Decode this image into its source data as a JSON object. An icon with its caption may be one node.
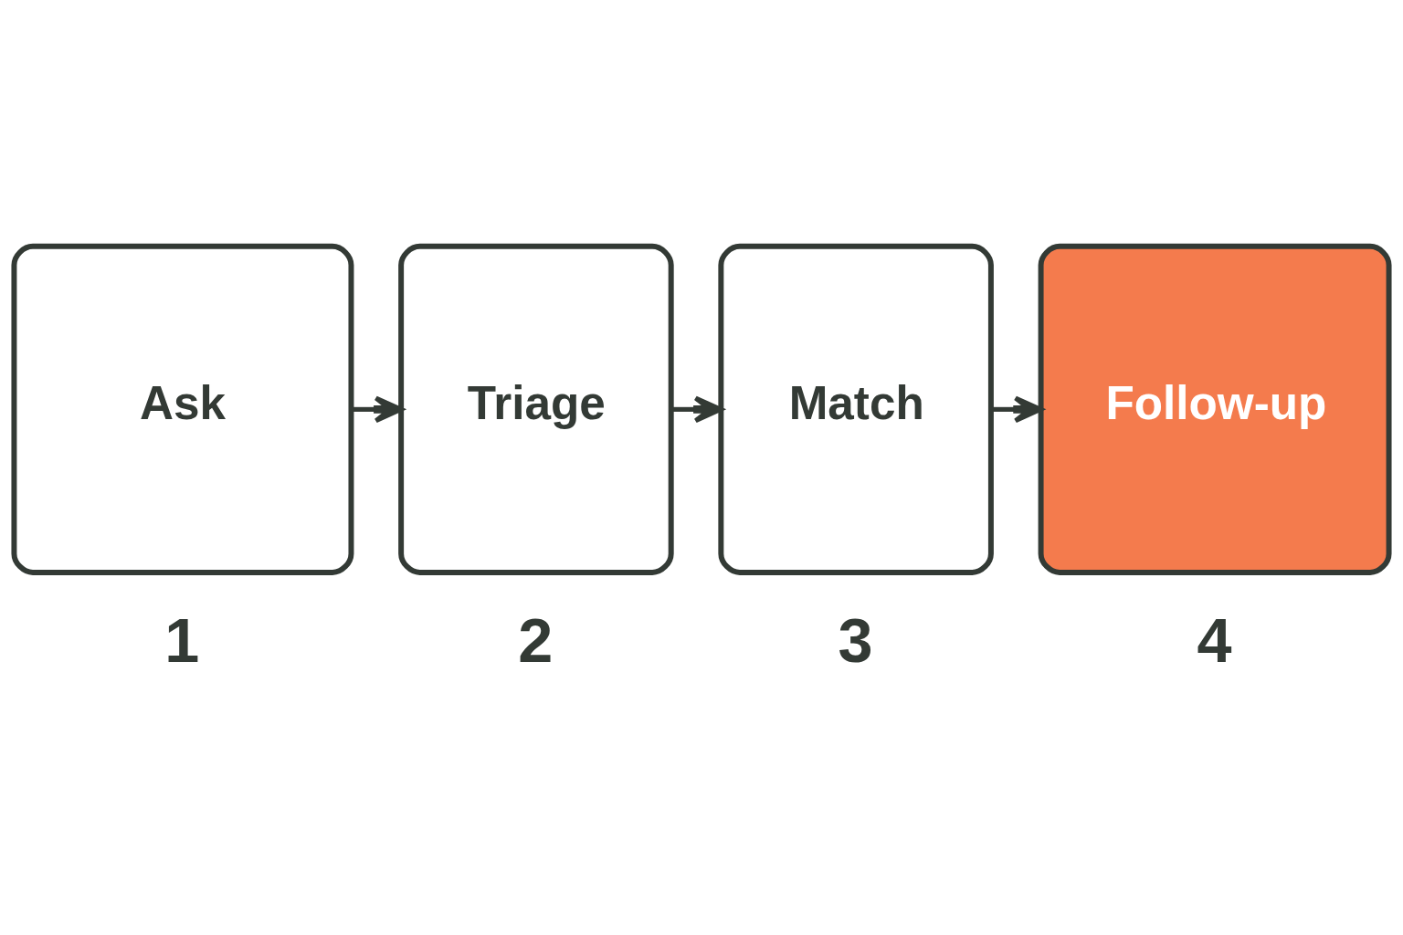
{
  "diagram": {
    "nodes": [
      {
        "text": [
          "Ask"
        ],
        "beside": [
          "1"
        ]
      },
      {
        "text": [
          "Triage"
        ],
        "beside": [
          "2"
        ]
      },
      {
        "text": [
          "Match"
        ],
        "beside": [
          "3"
        ]
      },
      {
        "text": [
          "Follow-up"
        ],
        "beside": [
          "4"
        ]
      }
    ],
    "edges": [
      {
        "from": 0,
        "to": 1,
        "arrow": "to"
      },
      {
        "from": 1,
        "to": 2,
        "arrow": "to"
      },
      {
        "from": 2,
        "to": 3,
        "arrow": "to"
      }
    ]
  }
}
